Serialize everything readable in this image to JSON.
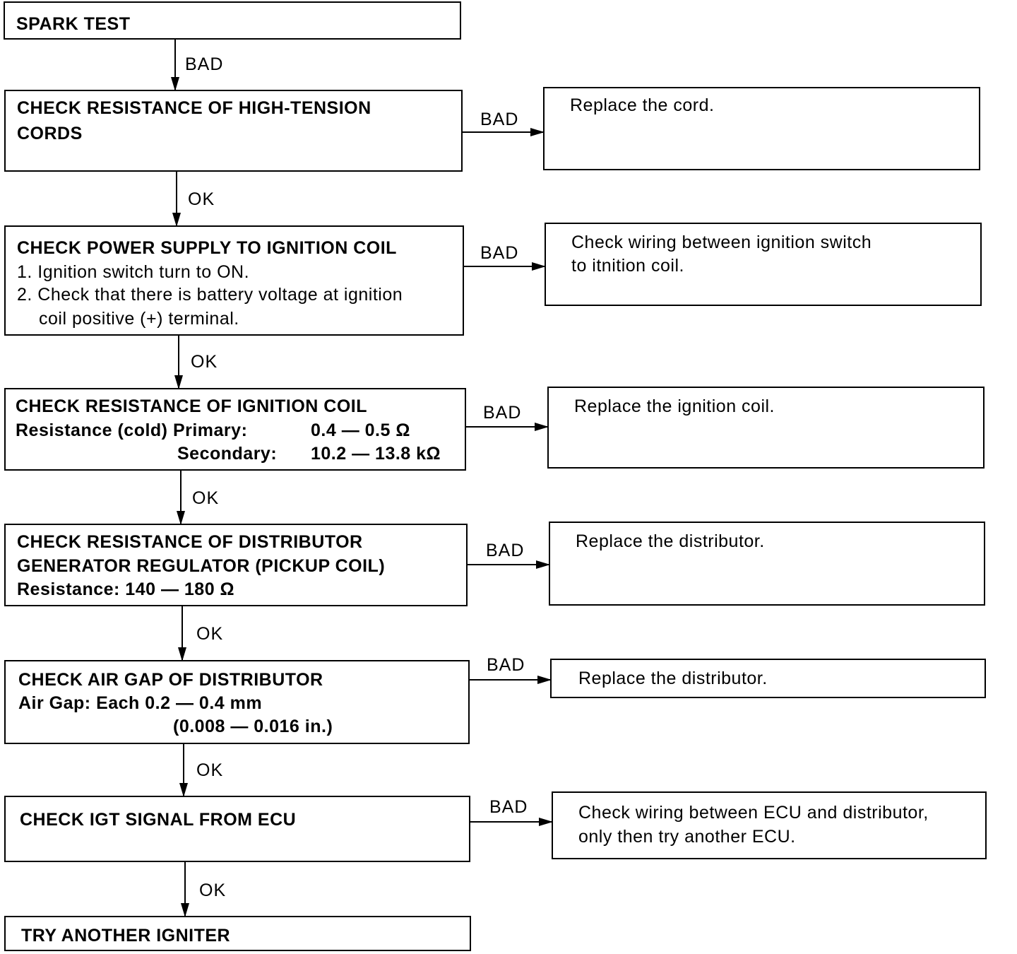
{
  "step1": {
    "title": "SPARK TEST",
    "out_label": "BAD"
  },
  "step2": {
    "title_l1": "CHECK RESISTANCE OF HIGH-TENSION",
    "title_l2": "CORDS",
    "bad_label": "BAD",
    "bad_action": "Replace the cord.",
    "ok_label": "OK"
  },
  "step3": {
    "title": "CHECK POWER SUPPLY TO IGNITION COIL",
    "item1": "1. Ignition switch turn to ON.",
    "item2_l1": "2. Check that there is battery voltage at ignition",
    "item2_l2": "coil positive (+) terminal.",
    "bad_label": "BAD",
    "bad_action_l1": "Check wiring between ignition switch",
    "bad_action_l2": "to itnition coil.",
    "ok_label": "OK"
  },
  "step4": {
    "title": "CHECK RESISTANCE OF IGNITION COIL",
    "spec_label": "Resistance (cold) Primary:",
    "primary_value": "0.4 — 0.5 Ω",
    "secondary_label": "Secondary:",
    "secondary_value": "10.2 — 13.8 kΩ",
    "bad_label": "BAD",
    "bad_action": "Replace the ignition coil.",
    "ok_label": "OK"
  },
  "step5": {
    "title_l1": "CHECK RESISTANCE OF DISTRIBUTOR",
    "title_l2": "GENERATOR REGULATOR (PICKUP COIL)",
    "spec": "Resistance:     140 — 180 Ω",
    "bad_label": "BAD",
    "bad_action": "Replace the distributor.",
    "ok_label": "OK"
  },
  "step6": {
    "title": "CHECK AIR GAP OF DISTRIBUTOR",
    "spec_l1": "Air Gap:    Each 0.2 — 0.4 mm",
    "spec_l2": "(0.008 — 0.016 in.)",
    "bad_label": "BAD",
    "bad_action": "Replace the distributor.",
    "ok_label": "OK"
  },
  "step7": {
    "title": "CHECK IGT SIGNAL FROM ECU",
    "bad_label": "BAD",
    "bad_action_l1": "Check wiring between ECU and distributor,",
    "bad_action_l2": "only then try another ECU.",
    "ok_label": "OK"
  },
  "step8": {
    "title": "TRY ANOTHER IGNITER"
  }
}
